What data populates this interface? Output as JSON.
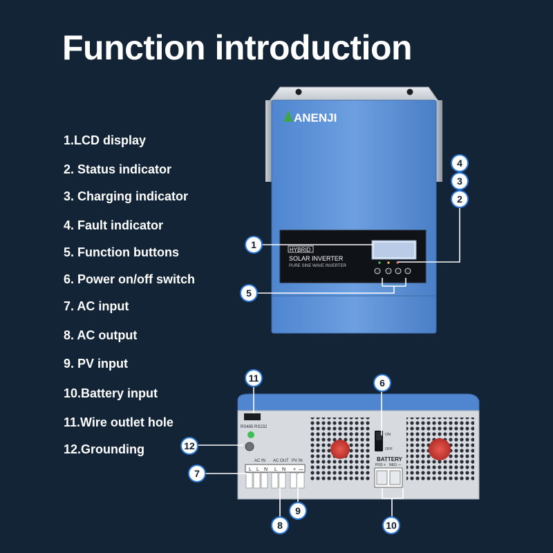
{
  "title": "Function introduction",
  "features": [
    "1.LCD display",
    "2. Status indicator",
    "3. Charging indicator",
    "4. Fault indicator",
    "5. Function buttons",
    "6. Power on/off switch",
    "7. AC input",
    "8. AC output",
    "9. PV input",
    "10.Battery input",
    "11.Wire outlet hole",
    "12.Grounding"
  ],
  "front_panel": {
    "brand": "ANENJI",
    "tag": "HYBRID",
    "product": "SOLAR INVERTER",
    "subtitle": "PURE SINE WAVE INVERTER"
  },
  "bottom_panel": {
    "comm_label": "RS485 RS232",
    "ac_in_label": "AC IN",
    "ac_out_label": "AC OUT",
    "pv_in_label": "PV IN",
    "battery_label": "BATTERY",
    "battery_pos_label": "POS +",
    "battery_neg_label": "NEG —",
    "switch_on": "ON",
    "switch_off": "OFF",
    "terminal_l": "L",
    "terminal_n": "N",
    "terminal_plus": "+",
    "terminal_minus": "—"
  },
  "callouts": [
    "1",
    "2",
    "3",
    "4",
    "5",
    "6",
    "7",
    "8",
    "9",
    "10",
    "11",
    "12"
  ],
  "colors": {
    "background": "#122436",
    "device_blue": "#5a8fd6",
    "badge": "#ffffff",
    "leader": "#ffffff"
  }
}
